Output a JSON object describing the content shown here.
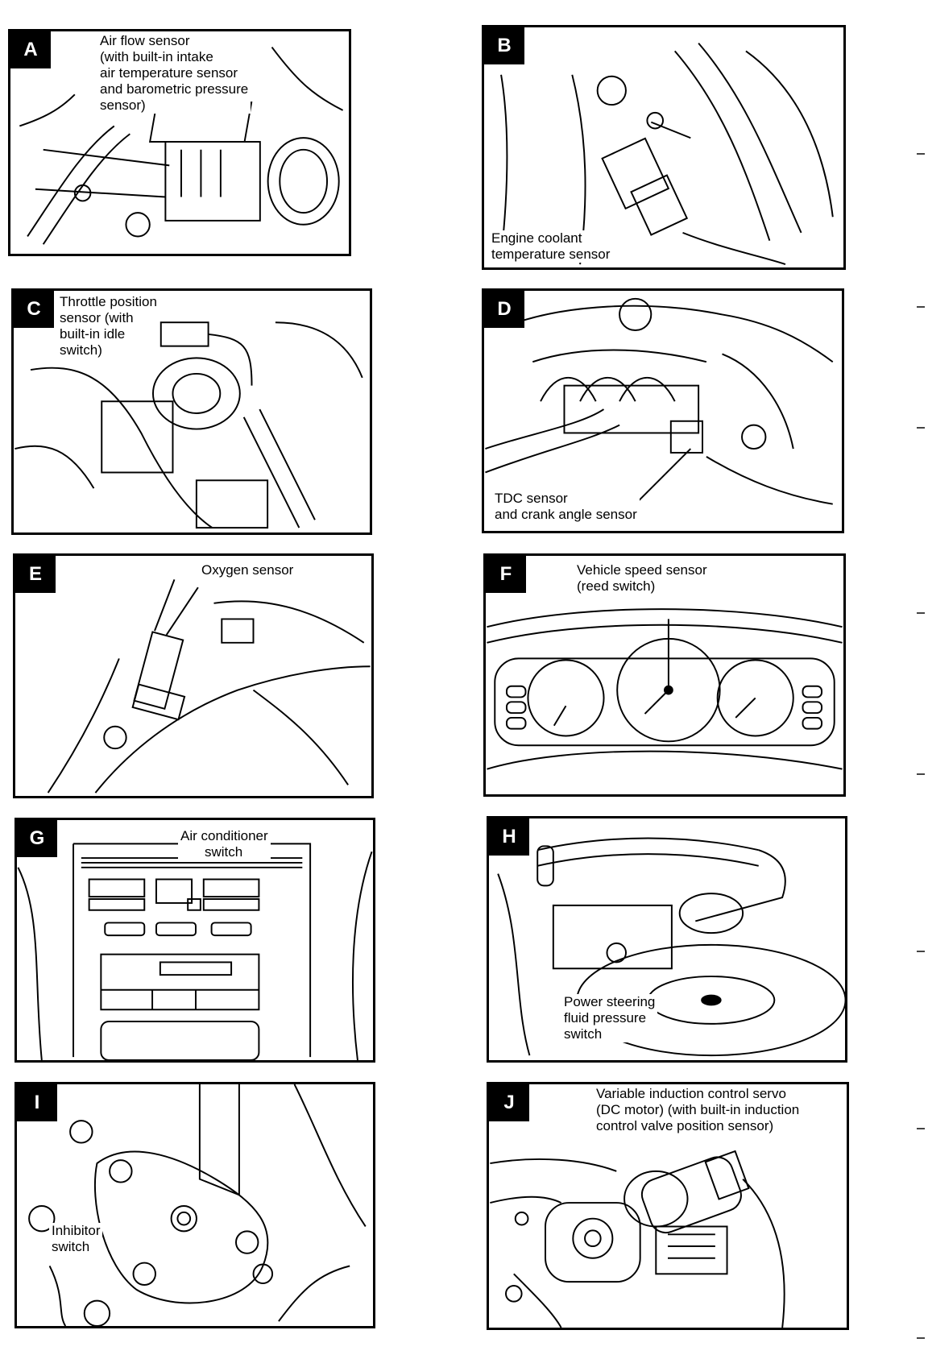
{
  "panels": [
    {
      "letter": "A",
      "lines": [
        "Air flow sensor",
        "(with built-in intake",
        "air temperature sensor",
        "and barometric pressure",
        "sensor)"
      ]
    },
    {
      "letter": "B",
      "lines": [
        "Engine coolant",
        "temperature sensor"
      ]
    },
    {
      "letter": "C",
      "lines": [
        "Throttle position",
        "sensor (with",
        "built-in idle",
        "switch)"
      ]
    },
    {
      "letter": "D",
      "lines": [
        "TDC sensor",
        "and crank angle sensor"
      ]
    },
    {
      "letter": "E",
      "lines": [
        "Oxygen sensor"
      ]
    },
    {
      "letter": "F",
      "lines": [
        "Vehicle speed sensor",
        "(reed switch)"
      ]
    },
    {
      "letter": "G",
      "lines": [
        "Air conditioner",
        "switch"
      ]
    },
    {
      "letter": "H",
      "lines": [
        "Power steering",
        "fluid pressure",
        "switch"
      ]
    },
    {
      "letter": "I",
      "lines": [
        "Inhibitor",
        "switch"
      ]
    },
    {
      "letter": "J",
      "lines": [
        "Variable induction control servo",
        "(DC motor) (with built-in induction",
        "control valve position sensor)"
      ]
    }
  ]
}
